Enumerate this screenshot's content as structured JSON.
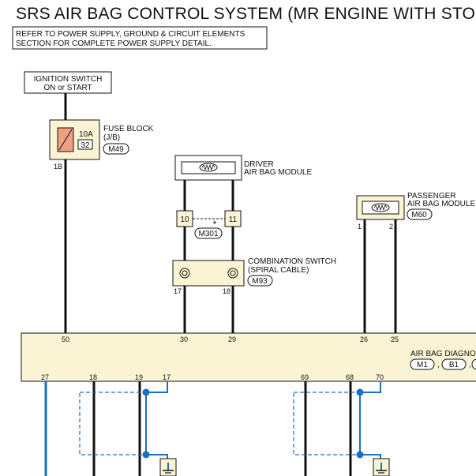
{
  "title": "SRS AIR BAG CONTROL SYSTEM (MR ENGINE WITH STO",
  "note": {
    "line1": "REFER TO POWER SUPPLY, GROUND & CIRCUIT ELEMENTS",
    "line2": "SECTION FOR COMPLETE POWER SUPPLY DETAIL."
  },
  "ignition": {
    "line1": "IGNITION SWITCH",
    "line2": "ON or START"
  },
  "fuse_block": {
    "label1": "FUSE BLOCK",
    "label2": "(J/B)",
    "amperage": "10A",
    "number": "32",
    "connector": "M49",
    "terminal": "1B"
  },
  "driver_module": {
    "label1": "DRIVER",
    "label2": "AIR BAG MODULE",
    "pin_left": "10",
    "pin_right": "11",
    "connector": "M301",
    "mark": "*"
  },
  "combination_switch": {
    "label1": "COMBINATION SWITCH",
    "label2": "(SPIRAL CABLE)",
    "connector": "M93",
    "pin_left": "17",
    "pin_right": "18"
  },
  "passenger_module": {
    "label1": "PASSENGER",
    "label2": "AIR BAG MODULE",
    "connector": "M60",
    "pin_left": "1",
    "pin_right": "2"
  },
  "diagnosis_unit": {
    "label": "AIR BAG DIAGNO",
    "connectors": [
      "M1",
      "B1"
    ],
    "top_pins": [
      "50",
      "30",
      "29",
      "26",
      "25"
    ],
    "bottom_pins": [
      "27",
      "18",
      "19",
      "17",
      "69",
      "68",
      "70"
    ]
  },
  "colors": {
    "wire": "#111111",
    "shield": "#1a6fc4",
    "component_fill": "#fbf4d4",
    "fuse_element": "#f0a080"
  }
}
